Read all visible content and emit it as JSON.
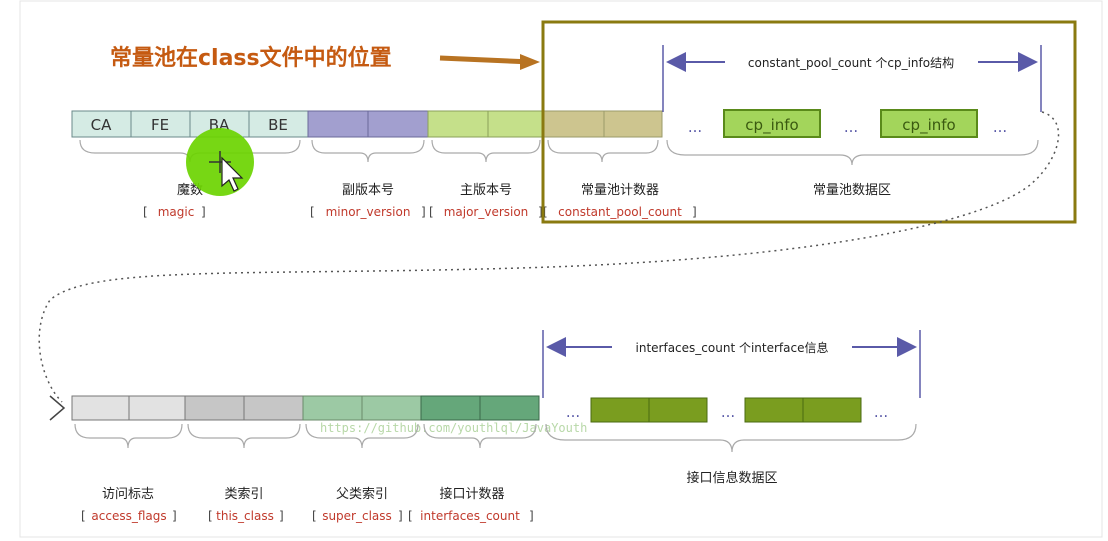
{
  "title": "常量池在class文件中的位置",
  "magic_bytes": [
    "CA",
    "FE",
    "BA",
    "BE"
  ],
  "cp_span_label": "constant_pool_count 个cp_info结构",
  "cp_info_label": "cp_info",
  "ellipsis": "...",
  "interfaces_span_label": "interfaces_count 个interface信息",
  "interfaces_region_label": "接口信息数据区",
  "cp_region_label": "常量池数据区",
  "watermark": "https://github.com/youthlql/JavaYouth",
  "top_fields": [
    {
      "name": "魔数",
      "en": "magic"
    },
    {
      "name": "副版本号",
      "en": "minor_version"
    },
    {
      "name": "主版本号",
      "en": "major_version"
    },
    {
      "name": "常量池计数器",
      "en": "constant_pool_count"
    }
  ],
  "bottom_fields": [
    {
      "name": "访问标志",
      "en": "access_flags"
    },
    {
      "name": "类索引",
      "en": "this_class"
    },
    {
      "name": "父类索引",
      "en": "super_class"
    },
    {
      "name": "接口计数器",
      "en": "interfaces_count"
    }
  ],
  "colors": {
    "title": "#c55a11",
    "magic": "#d5ebe4",
    "minor": "#a29fcf",
    "major": "#c5e08a",
    "cp_count": "#cdc58f",
    "cp_info": "#a3d55b",
    "access": "#e2e2e2",
    "this_class": "#c6c6c6",
    "super_class": "#9cc9a4",
    "interfaces_count": "#65a77a",
    "interface_item": "#7a9d1f",
    "highlight_box": "#8a7a10",
    "en_label": "#c0392b",
    "arrow": "#6a6ab0"
  }
}
